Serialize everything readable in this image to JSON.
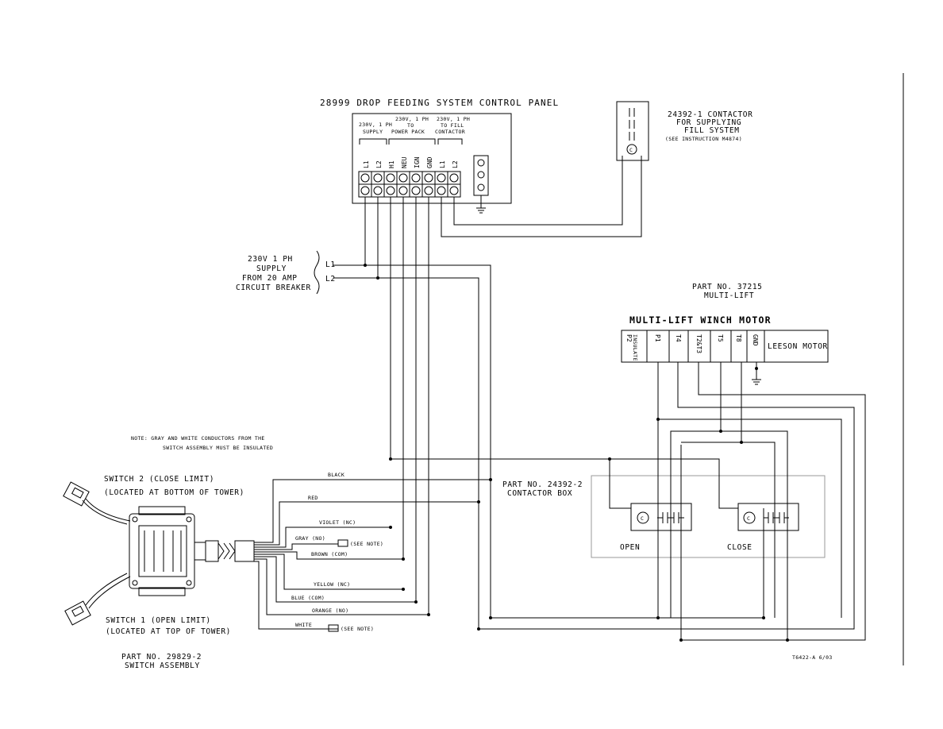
{
  "panel": {
    "title": "28999 DROP FEEDING SYSTEM CONTROL PANEL",
    "group_supply": [
      "230V, 1 PH",
      "SUPPLY"
    ],
    "group_power_pack": [
      "230V, 1 PH",
      "TO",
      "POWER PACK"
    ],
    "group_fill": [
      "230V, 1 PH",
      "TO FILL",
      "CONTACTOR"
    ],
    "terminals": [
      "L1",
      "L2",
      "H1",
      "NEU",
      "IGN",
      "GND",
      "L1",
      "L2"
    ]
  },
  "fill_contactor": {
    "label": [
      "24392-1 CONTACTOR",
      "FOR SUPPLYING",
      "FILL SYSTEM",
      "(SEE INSTRUCTION M4874)"
    ]
  },
  "supply": {
    "label": [
      "230V 1 PH",
      "SUPPLY",
      "FROM 20 AMP",
      "CIRCUIT BREAKER"
    ],
    "l1": "L1",
    "l2": "L2"
  },
  "motor": {
    "part": [
      "PART NO. 37215",
      "MULTI-LIFT"
    ],
    "title": "MULTI-LIFT WINCH MOTOR",
    "terminals": [
      "P2",
      "P1",
      "T4",
      "T2&T3",
      "T5",
      "T8",
      "GND"
    ],
    "insulate": "INSULATE",
    "brand": "LEESON MOTOR"
  },
  "contactor_box": {
    "label": [
      "PART NO. 24392-2",
      "CONTACTOR BOX"
    ],
    "coil": "C",
    "open": "OPEN",
    "close": "CLOSE"
  },
  "note": {
    "lines": [
      "NOTE:  GRAY AND WHITE CONDUCTORS FROM THE",
      "SWITCH ASSEMBLY MUST BE INSULATED"
    ]
  },
  "switch2": [
    "SWITCH 2 (CLOSE LIMIT)",
    "(LOCATED AT BOTTOM OF TOWER)"
  ],
  "switch1": [
    "SWITCH 1 (OPEN LIMIT)",
    "(LOCATED AT TOP OF TOWER)"
  ],
  "switch_part": [
    "PART NO. 29829-2",
    "SWITCH ASSEMBLY"
  ],
  "wires": {
    "black": "BLACK",
    "red": "RED",
    "violet": "VIOLET (NC)",
    "gray": "GRAY (NO)",
    "see_note": "(SEE NOTE)",
    "brown": "BROWN (COM)",
    "yellow": "YELLOW (NC)",
    "blue": "BLUE (COM)",
    "orange": "ORANGE (NO)",
    "white": "WHITE",
    "see_note_2": "(SEE NOTE)"
  },
  "footer_code": "T6422-A 6/03"
}
